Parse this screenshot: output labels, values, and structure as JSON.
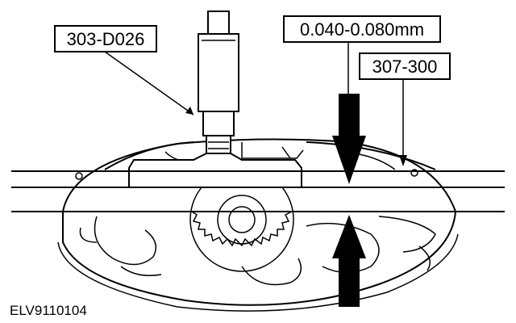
{
  "callouts": {
    "tool_gauge": "303-D026",
    "clearance": "0.040-0.080mm",
    "straightedge": "307-300"
  },
  "figure_id": "ELV9110104",
  "colors": {
    "ink": "#000000",
    "paper": "#ffffff"
  }
}
